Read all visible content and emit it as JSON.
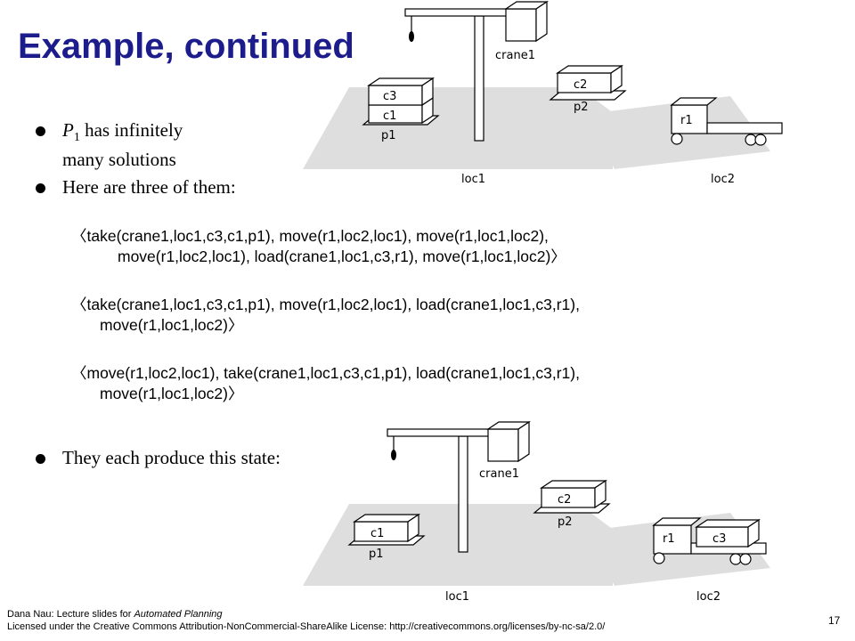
{
  "slide": {
    "title": "Example, continued",
    "bullets": {
      "b1_var": "P",
      "b1_sub": "1",
      "b1_rest": " has infinitely",
      "b1_line2": "many solutions",
      "b2": "Here are three of them:",
      "b3": "They each produce this state:"
    },
    "plans": [
      {
        "line1": "〈take(crane1,loc1,c3,c1,p1),  move(r1,loc2,loc1),  move(r1,loc1,loc2),",
        "line2": "move(r1,loc2,loc1),  load(crane1,loc1,c3,r1),  move(r1,loc1,loc2)〉"
      },
      {
        "line1": "〈take(crane1,loc1,c3,c1,p1),  move(r1,loc2,loc1),  load(crane1,loc1,c3,r1),",
        "line2": "move(r1,loc1,loc2)〉"
      },
      {
        "line1": "〈move(r1,loc2,loc1),  take(crane1,loc1,c3,c1,p1),  load(crane1,loc1,c3,r1),",
        "line2": "move(r1,loc1,loc2)〉"
      }
    ],
    "footer": {
      "line1_prefix": "Dana Nau: Lecture slides for ",
      "line1_italic": "Automated Planning",
      "line2": "Licensed under the Creative Commons Attribution-NonCommercial-ShareAlike License: http://creativecommons.org/licenses/by-nc-sa/2.0/"
    },
    "page_number": "17"
  },
  "diagrams": {
    "initial": {
      "crane": "crane1",
      "pallet1": "p1",
      "pallet2": "p2",
      "container_top": "c3",
      "container_bottom": "c1",
      "container_p2": "c2",
      "robot": "r1",
      "loc1": "loc1",
      "loc2": "loc2"
    },
    "final": {
      "crane": "crane1",
      "pallet1": "p1",
      "pallet2": "p2",
      "container_p1": "c1",
      "container_p2": "c2",
      "robot": "r1",
      "robot_cargo": "c3",
      "loc1": "loc1",
      "loc2": "loc2"
    }
  }
}
